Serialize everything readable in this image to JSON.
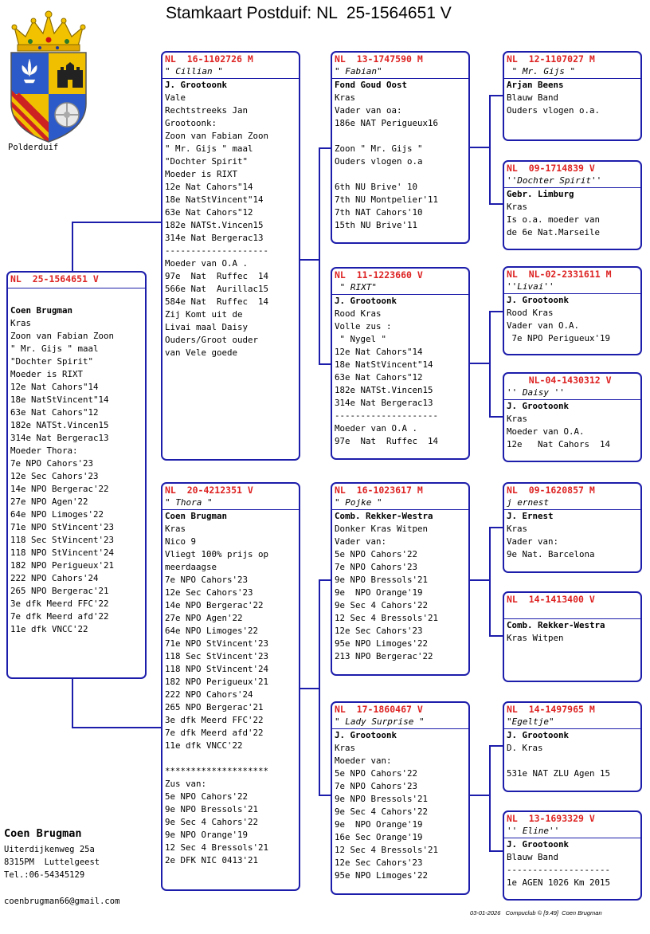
{
  "page_title": "Stamkaart Postduif: NL  25-1564651 V",
  "club_label": "Polderduif",
  "owner": {
    "name": "Coen Brugman",
    "address_lines": [
      "Uiterdijkenweg 25a",
      "8315PM  Luttelgeest",
      "Tel.:06-54345129"
    ],
    "email": "coenbrugman66@gmail.com"
  },
  "footer_text": "03-01-2026   Compuclub © [9.49]  Coen Brugman",
  "pigeons": [
    {
      "ring": "NL  25-1564651 V",
      "name": "",
      "owner": "Coen Brugman",
      "lines": [
        "Kras",
        "Zoon van Fabian Zoon",
        "\" Mr. Gijs \" maal",
        "\"Dochter Spirit\"",
        "Moeder is RIXT",
        "12e Nat Cahors\"14",
        "18e NatStVincent\"14",
        "63e Nat Cahors\"12",
        "182e NATSt.Vincen15",
        "314e Nat Bergerac13",
        "Moeder Thora:",
        "7e NPO Cahors'23",
        "12e Sec Cahors'23",
        "14e NPO Bergerac'22",
        "27e NPO Agen'22",
        "64e NPO Limoges'22",
        "71e NPO StVincent'23",
        "118 Sec StVincent'23",
        "118 NPO StVincent'24",
        "182 NPO Perigueux'21",
        "222 NPO Cahors'24",
        "265 NPO Bergerac'21",
        "3e dfk Meerd FFC'22",
        "7e dfk Meerd afd'22",
        "11e dfk VNCC'22"
      ]
    },
    {
      "ring": "NL  16-1102726 M",
      "name": "\" Cillian \"",
      "owner": "J. Grootoonk",
      "lines": [
        "Vale",
        "Rechtstreeks Jan",
        "Grootoonk:",
        "Zoon van Fabian Zoon",
        "\" Mr. Gijs \" maal",
        "\"Dochter Spirit\"",
        "Moeder is RIXT",
        "12e Nat Cahors\"14",
        "18e NatStVincent\"14",
        "63e Nat Cahors\"12",
        "182e NATSt.Vincen15",
        "314e Nat Bergerac13",
        "--------------------",
        "Moeder van O.A .",
        "97e  Nat  Ruffec  14",
        "566e Nat  Aurillac15",
        "584e Nat  Ruffec  14",
        "Zij Komt uit de",
        "Livai maal Daisy",
        "Ouders/Groot ouder",
        "van Vele goede"
      ]
    },
    {
      "ring": "NL  20-4212351 V",
      "name": "\" Thora \"",
      "owner": "Coen Brugman",
      "lines": [
        "Kras",
        "Nico 9",
        "Vliegt 100% prijs op",
        "meerdaagse",
        "7e NPO Cahors'23",
        "12e Sec Cahors'23",
        "14e NPO Bergerac'22",
        "27e NPO Agen'22",
        "64e NPO Limoges'22",
        "71e NPO StVincent'23",
        "118 Sec StVincent'23",
        "118 NPO StVincent'24",
        "182 NPO Perigueux'21",
        "222 NPO Cahors'24",
        "265 NPO Bergerac'21",
        "3e dfk Meerd FFC'22",
        "7e dfk Meerd afd'22",
        "11e dfk VNCC'22",
        "",
        "********************",
        "Zus van:",
        "5e NPO Cahors'22",
        "9e NPO Bressols'21",
        "9e Sec 4 Cahors'22",
        "9e NPO Orange'19",
        "12 Sec 4 Bressols'21",
        "2e DFK NIC 0413'21"
      ]
    },
    {
      "ring": "NL  13-1747590 M",
      "name": "\" Fabian\"",
      "owner": "Fond Goud Oost",
      "lines": [
        "Kras",
        "Vader van oa:",
        "186e NAT Perigueux16",
        "",
        "Zoon \" Mr. Gijs \"",
        "Ouders vlogen o.a",
        "",
        "6th NU Brive' 10",
        "7th NU Montpelier'11",
        "7th NAT Cahors'10",
        "15th NU Brive'11"
      ]
    },
    {
      "ring": "NL  11-1223660 V",
      "name": " \" RIXT\"",
      "owner": "J. Grootoonk",
      "lines": [
        "Rood Kras",
        "Volle zus :",
        " \" Nygel \"",
        "12e Nat Cahors\"14",
        "18e NatStVincent\"14",
        "63e Nat Cahors\"12",
        "182e NATSt.Vincen15",
        "314e Nat Bergerac13",
        "--------------------",
        "Moeder van O.A .",
        "97e  Nat  Ruffec  14"
      ]
    },
    {
      "ring": "NL  16-1023617 M",
      "name": "\" Pojke \"",
      "owner": "Comb. Rekker-Westra",
      "lines": [
        "Donker Kras Witpen",
        "Vader van:",
        "5e NPO Cahors'22",
        "7e NPO Cahors'23",
        "9e NPO Bressols'21",
        "9e  NPO Orange'19",
        "9e Sec 4 Cahors'22",
        "12 Sec 4 Bressols'21",
        "12e Sec Cahors'23",
        "95e NPO Limoges'22",
        "213 NPO Bergerac'22"
      ]
    },
    {
      "ring": "NL  17-1860467 V",
      "name": "\" Lady Surprise \"",
      "owner": "J. Grootoonk",
      "lines": [
        "Kras",
        "Moeder van:",
        "5e NPO Cahors'22",
        "7e NPO Cahors'23",
        "9e NPO Bressols'21",
        "9e Sec 4 Cahors'22",
        "9e  NPO Orange'19",
        "16e Sec Orange'19",
        "12 Sec 4 Bressols'21",
        "12e Sec Cahors'23",
        "95e NPO Limoges'22"
      ]
    },
    {
      "ring": "NL  12-1107027 M",
      "name": " \" Mr. Gijs \"",
      "owner": "Arjan Beens",
      "lines": [
        "Blauw Band",
        "Ouders vlogen o.a."
      ]
    },
    {
      "ring": "NL  09-1714839 V",
      "name": "''Dochter Spirit''",
      "owner": "Gebr. Limburg",
      "lines": [
        "Kras",
        "Is o.a. moeder van",
        "de 6e Nat.Marseile"
      ]
    },
    {
      "ring": "NL  NL-02-2331611 M",
      "name": "''Livai''",
      "owner": "J. Grootoonk",
      "lines": [
        "Rood Kras",
        "Vader van O.A.",
        " 7e NPO Perigueux'19"
      ]
    },
    {
      "ring": "    NL-04-1430312 V",
      "name": "'' Daisy ''",
      "owner": "J. Grootoonk",
      "lines": [
        "Kras",
        "Moeder van O.A.",
        "12e   Nat Cahors  14"
      ]
    },
    {
      "ring": "NL  09-1620857 M",
      "name": "j ernest",
      "owner": "J. Ernest",
      "lines": [
        "Kras",
        "Vader van:",
        "9e Nat. Barcelona"
      ]
    },
    {
      "ring": "NL  14-1413400 V",
      "name": "",
      "owner": "Comb. Rekker-Westra",
      "lines": [
        "Kras Witpen"
      ]
    },
    {
      "ring": "NL  14-1497965 M",
      "name": "\"Egeltje\"",
      "owner": "J. Grootoonk",
      "lines": [
        "D. Kras",
        "",
        "531e NAT ZLU Agen 15"
      ]
    },
    {
      "ring": "NL  13-1693329 V",
      "name": "'' Eline''",
      "owner": "J. Grootoonk",
      "lines": [
        "Blauw Band",
        "--------------------",
        "1e AGEN 1026 Km 2015"
      ]
    }
  ]
}
